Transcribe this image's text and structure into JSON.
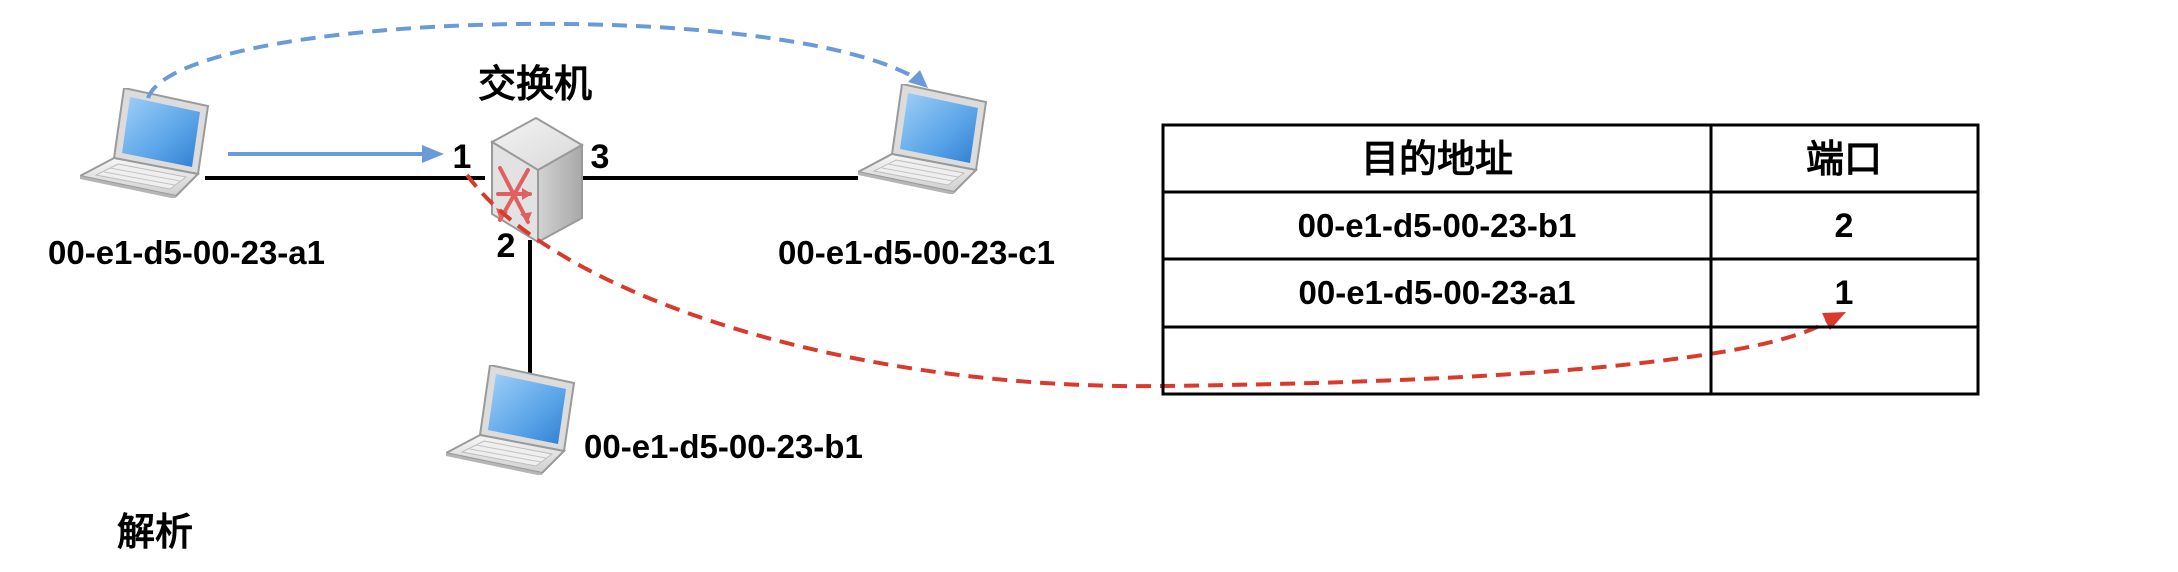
{
  "switch": {
    "title": "交换机",
    "ports": [
      "1",
      "2",
      "3"
    ]
  },
  "hosts": {
    "a": {
      "mac": "00-e1-d5-00-23-a1"
    },
    "b": {
      "mac": "00-e1-d5-00-23-b1"
    },
    "c": {
      "mac": "00-e1-d5-00-23-c1"
    }
  },
  "table": {
    "headers": [
      "目的地址",
      "端口"
    ],
    "rows": [
      {
        "address": "00-e1-d5-00-23-b1",
        "port": "2"
      },
      {
        "address": "00-e1-d5-00-23-a1",
        "port": "1"
      },
      {
        "address": "",
        "port": ""
      }
    ]
  },
  "caption": "解析",
  "colors": {
    "blue_arrow": "#6a9bd8",
    "red_arrow": "#d93a2b",
    "line": "#000000",
    "laptop_screen": "#5aa4e8",
    "laptop_body": "#e6e6e6",
    "switch_body": "#e9e9e9"
  }
}
